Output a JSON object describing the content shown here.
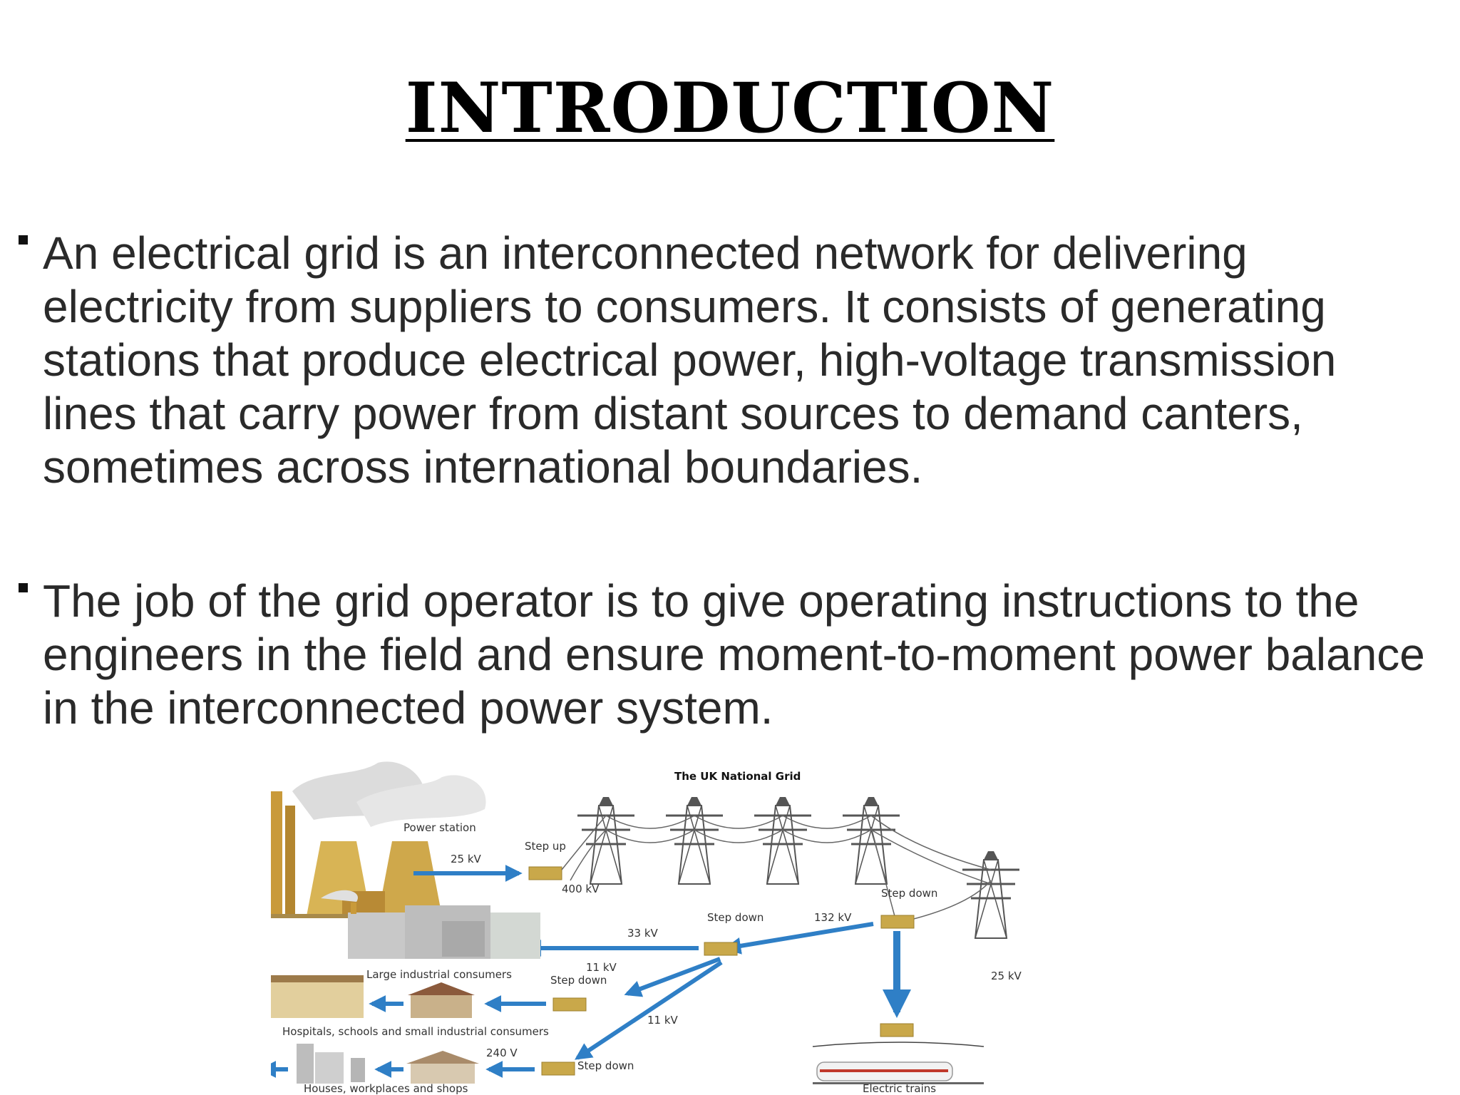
{
  "slide": {
    "title": "INTRODUCTION",
    "bullets": [
      "An electrical grid  is an interconnected network for delivering electricity from suppliers to consumers. It consists of generating stations that produce electrical power, high-voltage transmission lines that carry power from distant sources to demand canters, sometimes across international boundaries.",
      "The job of the grid operator is to give operating instructions to the engineers in the field and ensure moment-to-moment power balance in the interconnected power system."
    ]
  },
  "diagram": {
    "title": "The UK National Grid",
    "labels": {
      "power_station": "Power station",
      "v25_top": "25 kV",
      "step_up": "Step up",
      "v400": "400 kV",
      "step_down_right": "Step down",
      "v132": "132 kV",
      "step_down_mid": "Step down",
      "v33": "33 kV",
      "large_industrial": "Large industrial consumers",
      "v11_a": "11 kV",
      "step_down_left": "Step down",
      "v11_b": "11 kV",
      "v25_right": "25 kV",
      "hospitals": "Hospitals, schools and small industrial consumers",
      "v240": "240 V",
      "step_down_bottom": "Step down",
      "houses": "Houses, workplaces and shops",
      "electric_trains": "Electric trains"
    },
    "colors": {
      "arrow": "#2f7fc6",
      "transformer": "#c9a84a",
      "tower": "#555555",
      "building": "#b8b8b8"
    }
  }
}
